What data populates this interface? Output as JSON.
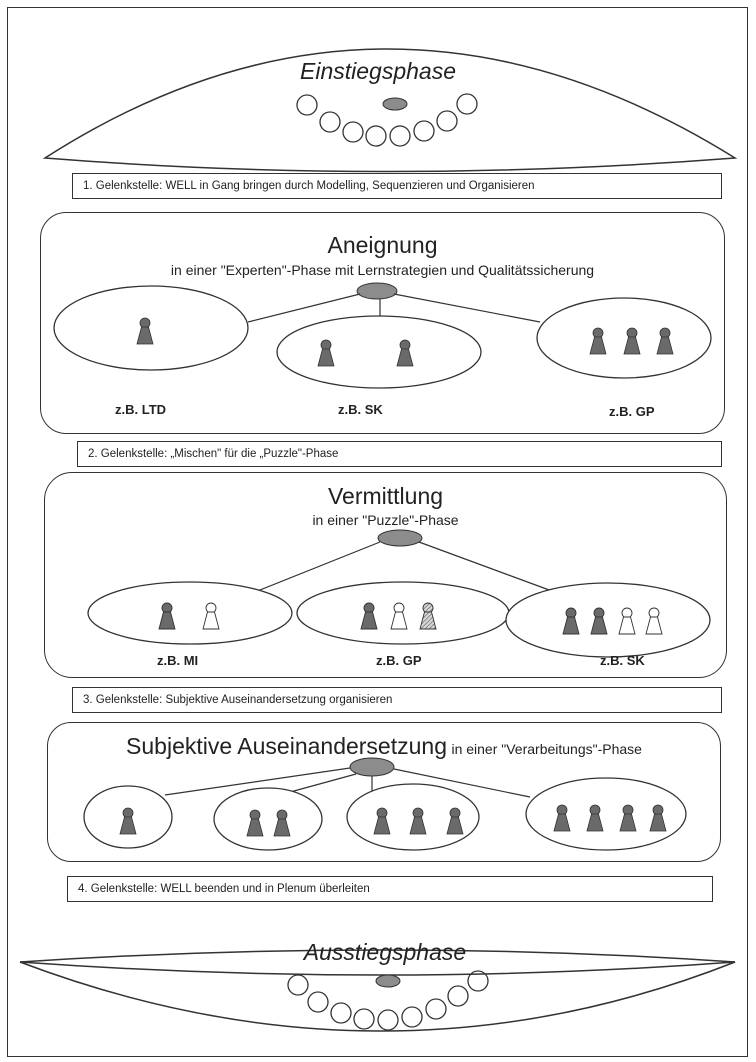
{
  "colors": {
    "ink": "#333333",
    "dark_figure": "#6a6a6a",
    "hatched_figure": "#9a9a9a",
    "leader_fill": "#8c8c8c"
  },
  "entry": {
    "title": "Einstiegsphase"
  },
  "joints": [
    {
      "text": "1. Gelenkstelle:  WELL in Gang bringen durch Modelling, Sequenzieren und Organisieren"
    },
    {
      "text": "2. Gelenkstelle:  „Mischen\" für die „Puzzle\"-Phase"
    },
    {
      "text": "3. Gelenkstelle:  Subjektive Auseinandersetzung organisieren"
    },
    {
      "text": "4. Gelenkstelle:  WELL beenden und in Plenum überleiten"
    }
  ],
  "aneignung": {
    "title": "Aneignung",
    "subtitle": "in einer \"Experten\"-Phase mit Lernstrategien und Qualitätssicherung",
    "labels": [
      "z.B. LTD",
      "z.B. SK",
      "z.B. GP"
    ]
  },
  "vermittlung": {
    "title": "Vermittlung",
    "subtitle": "in einer \"Puzzle\"-Phase",
    "labels": [
      "z.B. MI",
      "z.B. GP",
      "z.B. SK"
    ]
  },
  "subjektiv": {
    "title": "Subjektive Auseinandersetzung",
    "subtitle": "in einer \"Verarbeitungs\"-Phase"
  },
  "exit": {
    "title": "Ausstiegsphase"
  }
}
